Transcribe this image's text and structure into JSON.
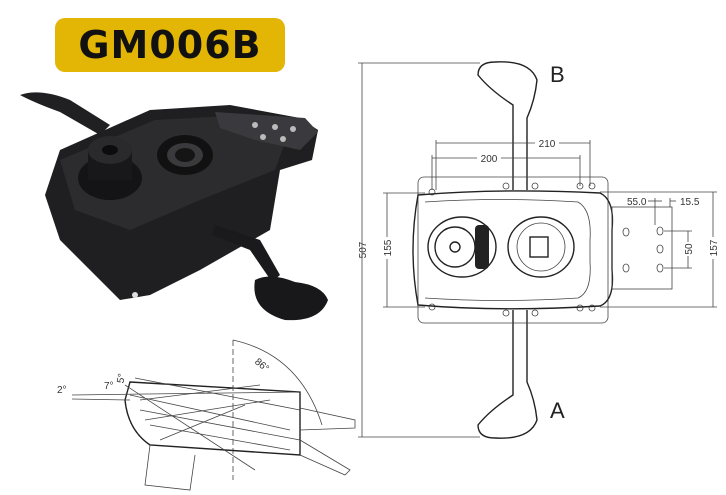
{
  "product": {
    "model": "GM006B"
  },
  "drawing": {
    "label_top": "B",
    "label_bottom": "A",
    "dims": {
      "overall_length": "507",
      "width_outer": "210",
      "width_inner": "200",
      "height_left": "155",
      "height_right": "157",
      "bracket_offset": "55.0",
      "bracket_edge": "15.5",
      "hole_spacing": "50"
    }
  },
  "side_view": {
    "angle_tilt": "86°",
    "angle_a": "2°",
    "angle_b": "7°",
    "angle_c": "5°"
  },
  "colors": {
    "badge": "#e3b505",
    "part": "#1c1c1e"
  }
}
